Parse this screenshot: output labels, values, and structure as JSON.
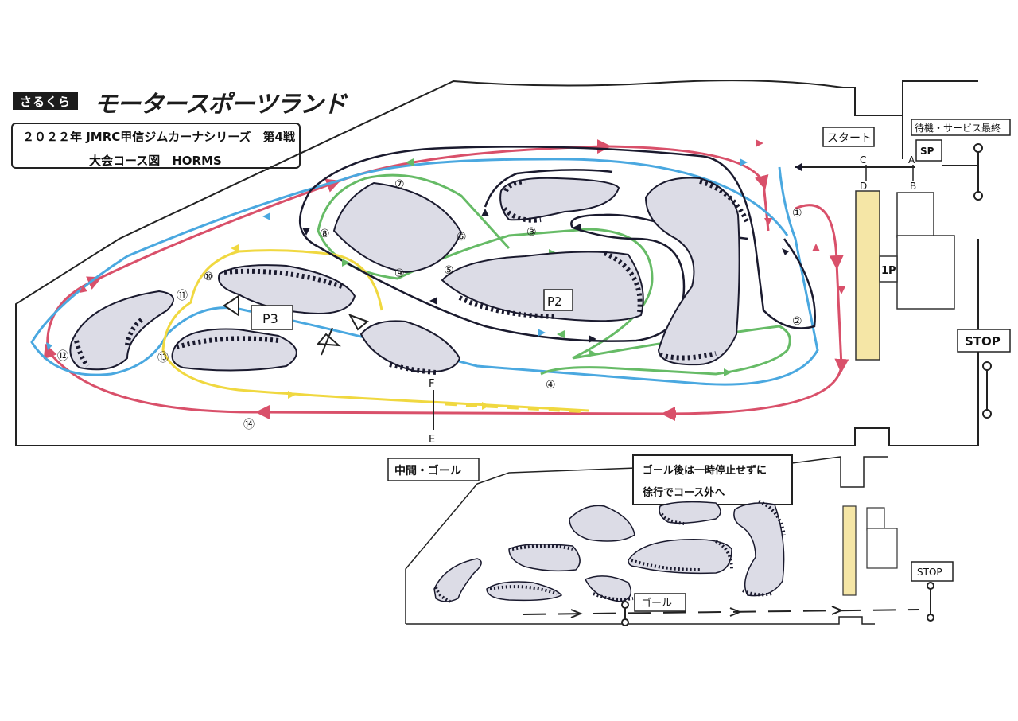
{
  "header": {
    "logo_badge": "さるくら",
    "logo_text": "モータースポーツランド",
    "event_line": "２０２２年 JMRC甲信ジムカーナシリーズ　第4戦",
    "course_line": "大会コース図　HORMS"
  },
  "labels": {
    "start": "スタート",
    "waiting": "待機・サービス最終",
    "sp": "SP",
    "onep": "1P",
    "stop_main": "STOP",
    "p2": "P2",
    "p3": "P3",
    "mid_goal": "中間・ゴール",
    "note_line1": "ゴール後は一時停止せずに",
    "note_line2": "徐行でコース外へ",
    "goal": "ゴール",
    "stop_small": "STOP",
    "point_a": "A",
    "point_b": "B",
    "point_c": "C",
    "point_d": "D",
    "point_e": "E",
    "point_f": "F"
  },
  "markers": [
    "①",
    "②",
    "③",
    "④",
    "⑤",
    "⑥",
    "⑦",
    "⑧",
    "⑨",
    "⑩",
    "⑪",
    "⑫",
    "⑬",
    "⑭"
  ],
  "colors": {
    "route_red": "#d9506a",
    "route_blue": "#4aa8e0",
    "route_green": "#66bb66",
    "route_yellow": "#f0d840",
    "route_black": "#1a1a2e",
    "pylon_fill": "#dcdce6",
    "pit_fill": "#f5e6a6"
  }
}
